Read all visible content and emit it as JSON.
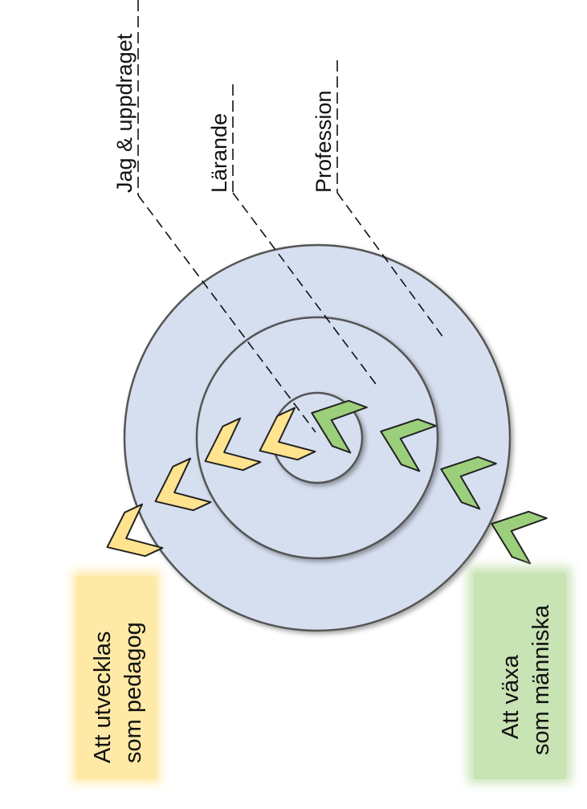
{
  "labels": {
    "inner": "Jag & uppdraget",
    "middle": "Lärande",
    "outer": "Profession"
  },
  "boxes": {
    "left": {
      "line1": "Att utvecklas",
      "line2": "som pedagog"
    },
    "right": {
      "line1": "Att växa",
      "line2": "som människa"
    }
  },
  "colors": {
    "circle_fill": "#d6dff0",
    "circle_stroke": "#555555",
    "yellow_chevron": "#ffe38f",
    "green_chevron": "#9ccf7c",
    "yellow_box": "#ffe9a6",
    "green_box": "#c8e3b4"
  }
}
